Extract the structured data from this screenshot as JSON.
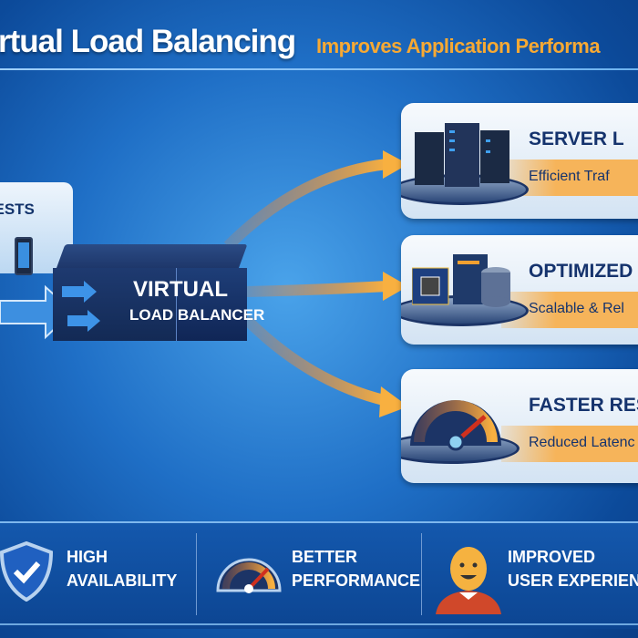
{
  "header": {
    "title": "rtual Load Balancing",
    "subtitle": "Improves Application Performa"
  },
  "requests": {
    "label": "QUESTS"
  },
  "load_balancer": {
    "line1": "VIRTUAL",
    "line2": "LOAD BALANCER"
  },
  "cards": [
    {
      "title": "SERVER L",
      "subtitle": "Efficient Traf",
      "icon": "server-rack-icon"
    },
    {
      "title": "OPTIMIZED R",
      "subtitle": "Scalable & Rel",
      "icon": "cpu-database-icon"
    },
    {
      "title": "FASTER RESPO",
      "subtitle": "Reduced Latenc",
      "icon": "speedometer-icon"
    }
  ],
  "benefits": [
    {
      "line1": "HIGH",
      "line2": "AVAILABILITY",
      "icon": "shield-check-icon"
    },
    {
      "line1": "BETTER",
      "line2": "PERFORMANCE",
      "icon": "speedometer-icon"
    },
    {
      "line1": "IMPROVED",
      "line2": "USER EXPERIENCE",
      "icon": "user-smile-icon"
    }
  ],
  "colors": {
    "primary": "#0c4a9a",
    "accent": "#f7a933",
    "text_dark": "#15336d"
  }
}
